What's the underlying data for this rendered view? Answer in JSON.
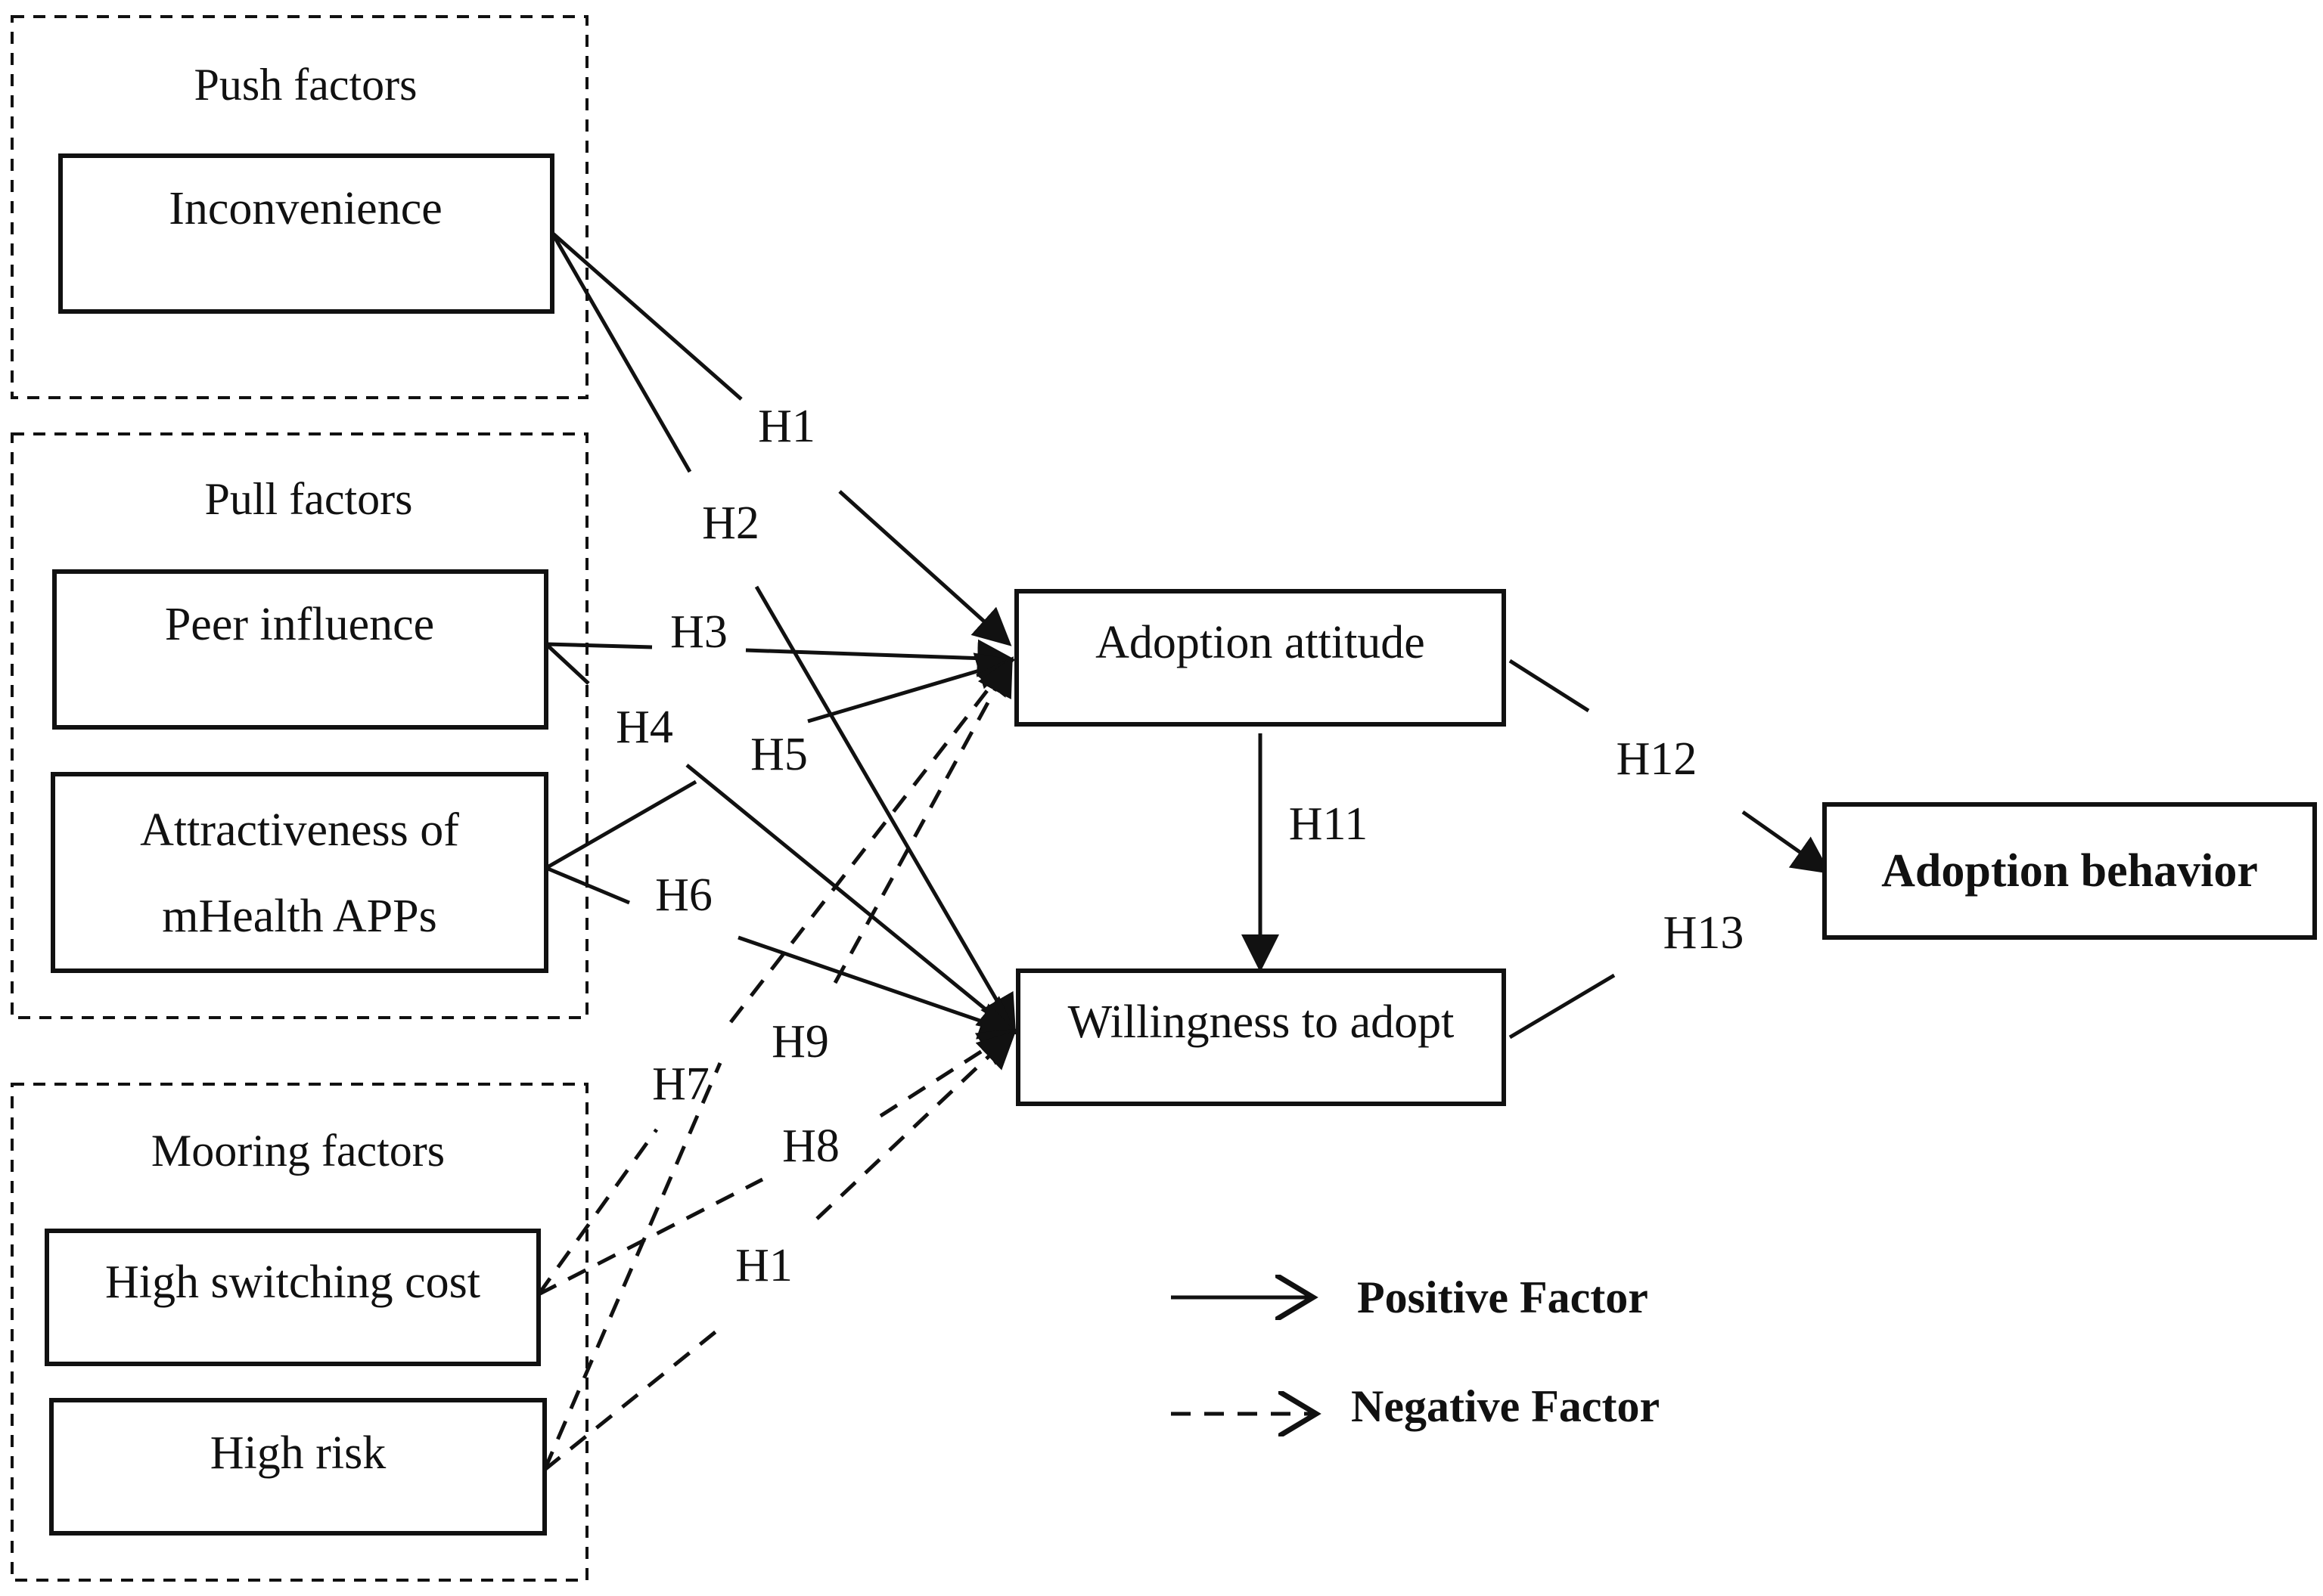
{
  "groups": {
    "push": "Push factors",
    "pull": "Pull factors",
    "mooring": "Mooring factors"
  },
  "nodes": {
    "inconvenience": "Inconvenience",
    "peer_influence": "Peer influence",
    "attractiveness_line1": "Attractiveness of",
    "attractiveness_line2": "mHealth APPs",
    "high_switching_cost": "High switching cost",
    "high_risk": "High risk",
    "adoption_attitude": "Adoption attitude",
    "willingness_to_adopt": "Willingness to adopt",
    "adoption_behavior": "Adoption behavior"
  },
  "hypotheses": {
    "h1": "H1",
    "h2": "H2",
    "h3": "H3",
    "h4": "H4",
    "h5": "H5",
    "h6": "H6",
    "h7": "H7",
    "h8": "H8",
    "h9": "H9",
    "h10": "H1",
    "h11": "H11",
    "h12": "H12",
    "h13": "H13"
  },
  "legend": {
    "positive": "Positive Factor",
    "negative": "Negative Factor"
  }
}
